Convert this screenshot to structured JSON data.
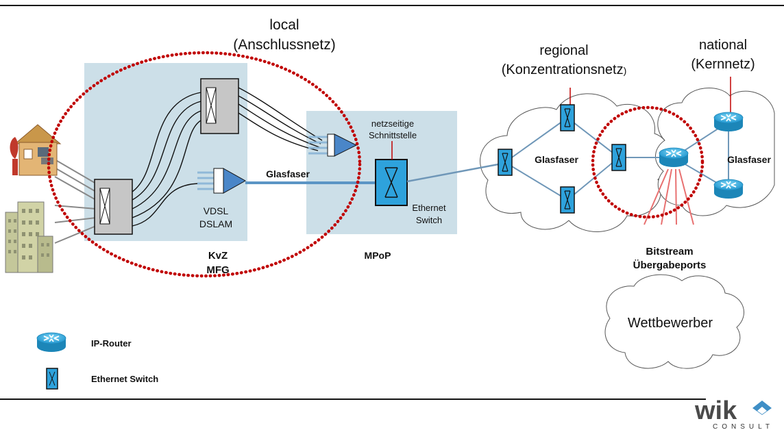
{
  "zones": {
    "local_title": "local",
    "local_subtitle": "(Anschlussnetz)",
    "regional_title": "regional",
    "regional_subtitle": "(Konzentrationsnetz",
    "regional_subtitle_paren": ")",
    "national_title": "national",
    "national_subtitle": "(Kernnetz)"
  },
  "labels": {
    "glasfaser_access": "Glasfaser",
    "glasfaser_regional": "Glasfaser",
    "glasfaser_national": "Glasfaser",
    "netzseitige_1": "netzseitige",
    "netzseitige_2": "Schnittstelle",
    "vdsl": "VDSL",
    "dslam": "DSLAM",
    "ethernet": "Ethernet",
    "switch": "Switch",
    "kvz": "KvZ",
    "mfg": "MFG",
    "mpop": "MPoP",
    "bitstream": "Bitstream",
    "uebergabeports": "Übergabeports",
    "wettbewerber": "Wettbewerber"
  },
  "legend": {
    "router_label": "IP-Router",
    "switch_label": "Ethernet Switch"
  },
  "logo": {
    "text": "wik",
    "subtext": "CONSULT"
  },
  "colors": {
    "red_dotted": "#c00000",
    "box_fill": "#ccdfe8",
    "switch_blue": "#2e9fd8",
    "router_blue": "#35b5e5",
    "link_blue": "#6f97b8",
    "red_line": "#e87070",
    "logo_blue": "#3f8fc6"
  },
  "icons": {
    "router": "router-icon",
    "switch": "ethernet-switch-icon",
    "house": "house-icon",
    "building": "office-building-icon"
  }
}
